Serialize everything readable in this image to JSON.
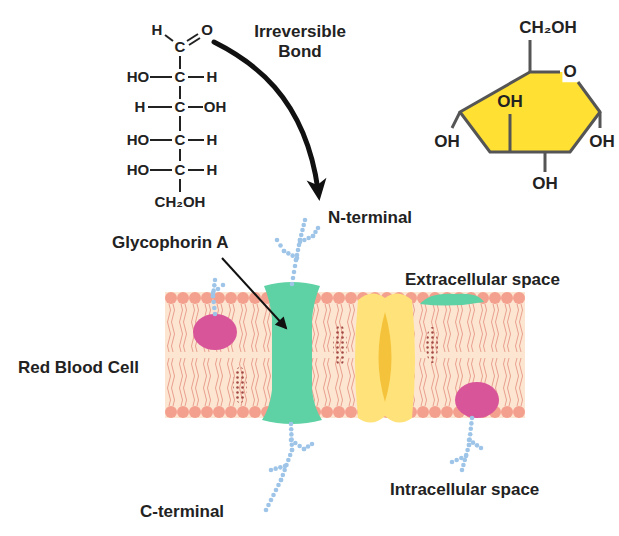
{
  "diagram": {
    "labels": [
      "H",
      "C",
      "O",
      "HO",
      "C",
      "H",
      "H",
      "C",
      "OH",
      "HO",
      "C",
      "H",
      "HO",
      "C",
      "H",
      "CH₂OH",
      "Irreversible Bond",
      "CH₂OH",
      "O",
      "OH",
      "OH",
      "OH",
      "OH",
      "N-terminal",
      "Glycophorin A",
      "Extracellular space",
      "Red Blood Cell",
      "Intracellular space",
      "C-terminal"
    ]
  }
}
